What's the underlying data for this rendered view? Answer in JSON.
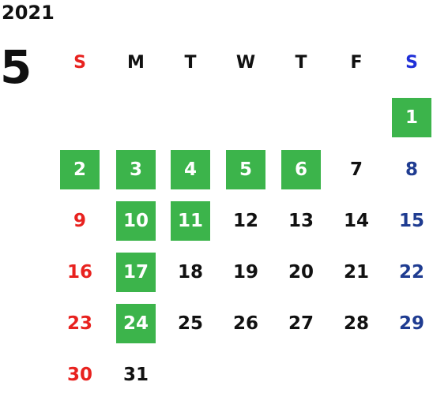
{
  "header": {
    "year": "2021",
    "month": "5"
  },
  "weekdays": [
    "S",
    "M",
    "T",
    "W",
    "T",
    "F",
    "S"
  ],
  "colors": {
    "text": "#111111",
    "sunday": "#e8221f",
    "saturday_header": "#1f2fd8",
    "saturday": "#1f3c91",
    "highlight_bg": "#3cb44b",
    "highlight_text": "#ffffff"
  },
  "calendar": {
    "first_weekday": 6,
    "days_in_month": 31,
    "highlighted_days": [
      1,
      2,
      3,
      4,
      5,
      6,
      10,
      11,
      17,
      24
    ]
  }
}
